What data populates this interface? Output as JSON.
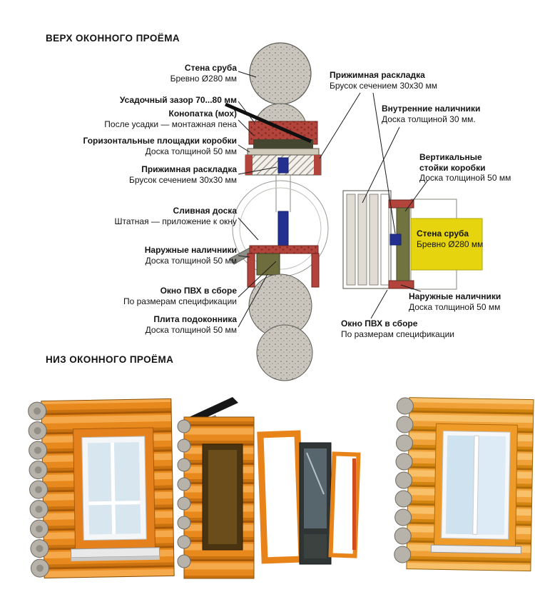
{
  "page": {
    "background": "#ffffff"
  },
  "colors": {
    "log_gray": "#cac6be",
    "frame_red": "#b2443c",
    "accent_blue": "#23308f",
    "wall_yellow": "#e6d50e",
    "caulk_olive": "#6d6d3d",
    "wood_orange": "#e8891d",
    "wood_yellow": "#f0a238"
  },
  "sections": {
    "top": {
      "heading": "ВЕРХ ОКОННОГО ПРОЁМА",
      "left_labels": [
        {
          "title": "Стена сруба",
          "desc": "Бревно Ø280 мм"
        },
        {
          "title": "Усадочный зазор 70...80 мм",
          "desc": ""
        },
        {
          "title": "Конопатка (мох)",
          "desc": "После усадки — монтажная пена"
        },
        {
          "title": "Горизонтальные площадки коробки",
          "desc": "Доска толщиной 50 мм"
        },
        {
          "title": "Прижимная раскладка",
          "desc": "Брусок сечением 30x30 мм"
        },
        {
          "title": "Сливная доска",
          "desc": "Штатная — приложение к окну"
        },
        {
          "title": "Наружные наличники",
          "desc": "Доска толщиной 50 мм"
        },
        {
          "title": "Окно ПВХ в сборе",
          "desc": "По размерам спецификации"
        },
        {
          "title": "Плита подоконника",
          "desc": "Доска толщиной 50 мм"
        }
      ],
      "right_labels": [
        {
          "title": "Прижимная раскладка",
          "desc": "Брусок сечением 30x30 мм"
        },
        {
          "title": "Внутренние наличники",
          "desc": "Доска толщиной 30 мм."
        },
        {
          "title": "Вертикальные стойки коробки",
          "desc": "Доска толщиной 50 мм"
        },
        {
          "title": "Стена сруба",
          "desc": "Бревно Ø280 мм"
        },
        {
          "title": "Наружные наличники",
          "desc": "Доска толщиной 50 мм"
        },
        {
          "title": "Окно ПВХ в сборе",
          "desc": "По размерам спецификации"
        }
      ]
    },
    "bottom": {
      "heading": "НИЗ ОКОННОГО ПРОЁМА"
    }
  }
}
